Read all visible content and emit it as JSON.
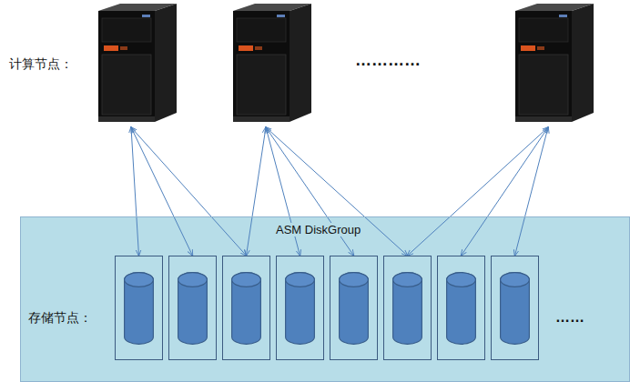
{
  "diagram": {
    "nodes": [
      {
        "text": []
      },
      {
        "text": []
      },
      {
        "text": []
      },
      {
        "text": [
          "ASM DiskGroup",
          "存储节点："
        ]
      },
      {
        "text": [],
        "in": 3
      },
      {
        "text": [],
        "in": 3
      },
      {
        "text": [],
        "in": 3
      },
      {
        "text": [],
        "in": 3
      },
      {
        "text": [],
        "in": 3
      },
      {
        "text": [],
        "in": 3
      },
      {
        "text": [],
        "in": 3
      },
      {
        "text": [],
        "in": 3
      }
    ],
    "edges": [
      {
        "from": 0,
        "to": 4,
        "arrow": "both"
      },
      {
        "from": 0,
        "to": 5,
        "arrow": "both"
      },
      {
        "from": 0,
        "to": 6,
        "arrow": "both"
      },
      {
        "from": 1,
        "to": 6,
        "arrow": "both"
      },
      {
        "from": 1,
        "to": 7,
        "arrow": "both"
      },
      {
        "from": 1,
        "to": 8,
        "arrow": "both"
      },
      {
        "from": 1,
        "to": 9,
        "arrow": "both"
      },
      {
        "from": 2,
        "to": 9,
        "arrow": "both"
      },
      {
        "from": 2,
        "to": 10,
        "arrow": "both"
      },
      {
        "from": 2,
        "to": 11,
        "arrow": "both"
      }
    ],
    "labels": [
      "计算节点：",
      "…………",
      "……"
    ]
  }
}
